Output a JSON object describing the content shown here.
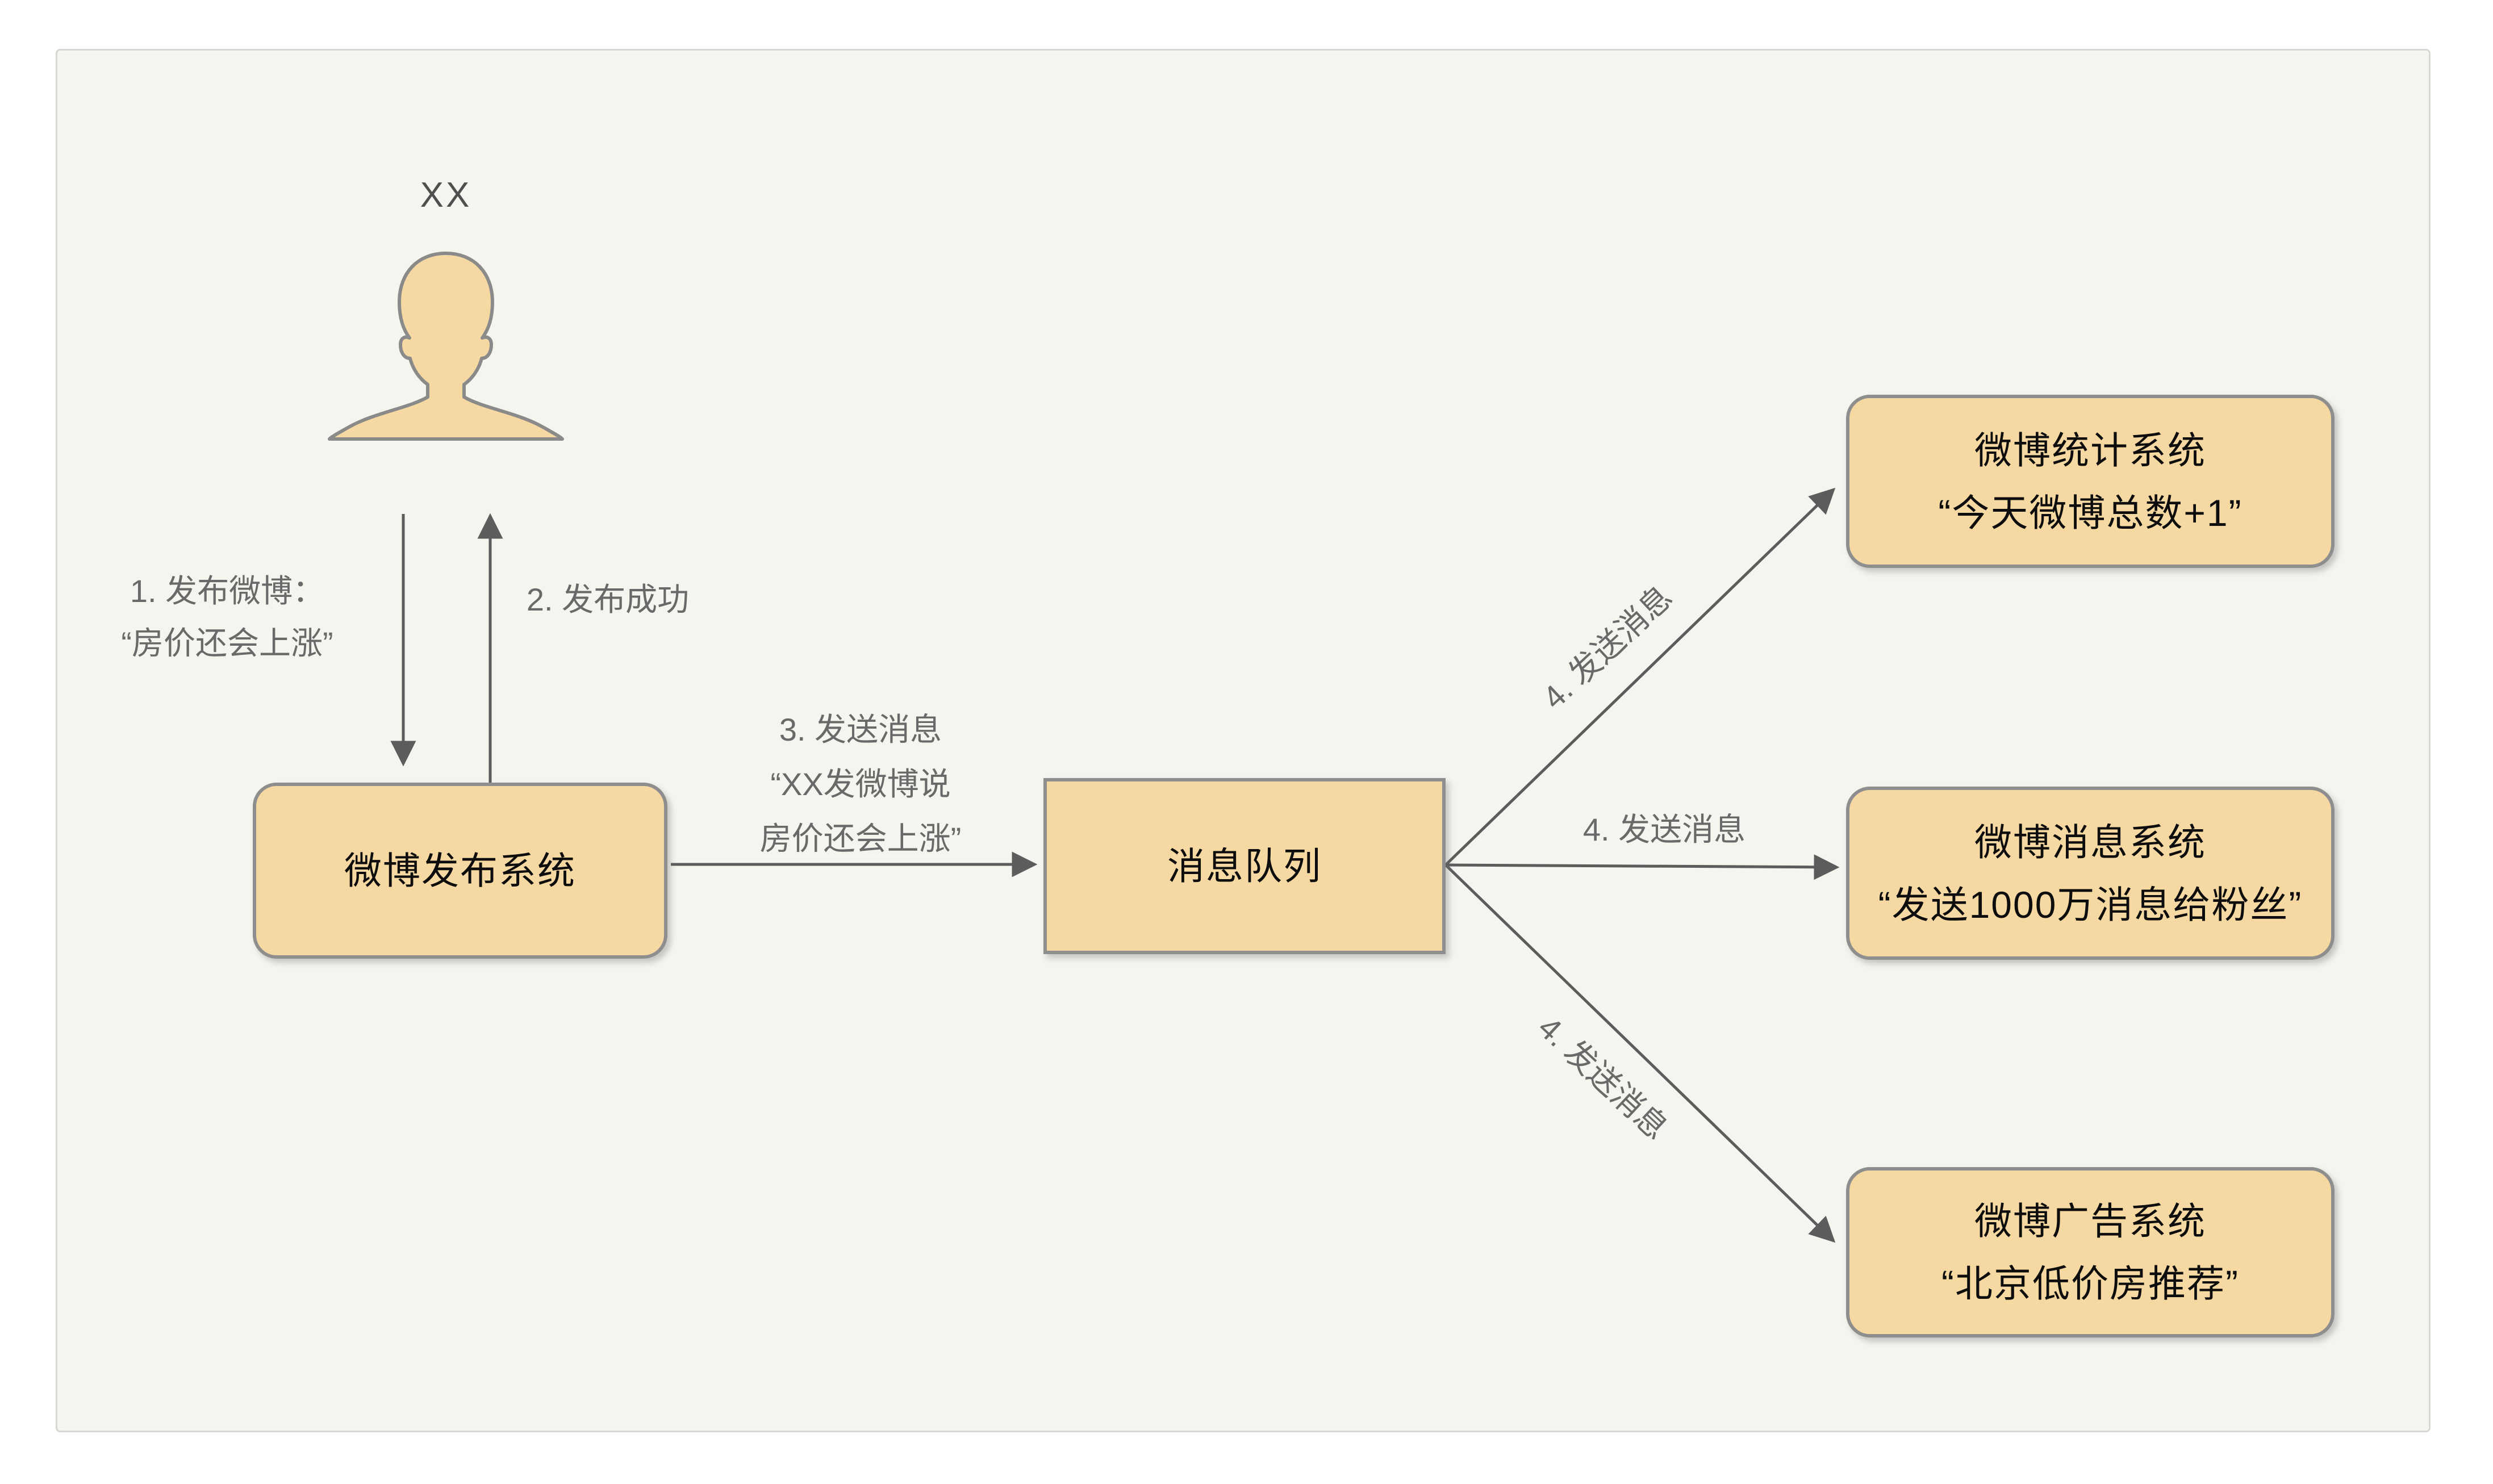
{
  "colors": {
    "panel_bg": "#f5f4ef",
    "panel_border": "#d8d7d1",
    "node_fill": "#f6d9a2",
    "node_border": "#8e8e8e",
    "arrow": "#5c5c5c",
    "label_text": "#696969",
    "node_text": "#0d0d0d"
  },
  "actor": {
    "name": "XX",
    "icon": "user-silhouette-icon"
  },
  "nodes": {
    "publisher": {
      "label": "微博发布系统"
    },
    "queue": {
      "label": "消息队列"
    },
    "stats": {
      "line1": "微博统计系统",
      "line2": "“今天微博总数+1”"
    },
    "message": {
      "line1": "微博消息系统",
      "line2": "“发送1000万消息给粉丝”"
    },
    "ads": {
      "line1": "微博广告系统",
      "line2": "“北京低价房推荐”"
    }
  },
  "edges": {
    "publish": {
      "line1": "1. 发布微博：",
      "line2": "“房价还会上涨”"
    },
    "publish_ok": {
      "label": "2. 发布成功"
    },
    "send_to_queue": {
      "line1": "3. 发送消息",
      "line2": "“XX发微博说",
      "line3": "房价还会上涨”"
    },
    "queue_to_stats": {
      "label": "4. 发送消息"
    },
    "queue_to_message": {
      "label": "4. 发送消息"
    },
    "queue_to_ads": {
      "label": "4. 发送消息"
    }
  }
}
